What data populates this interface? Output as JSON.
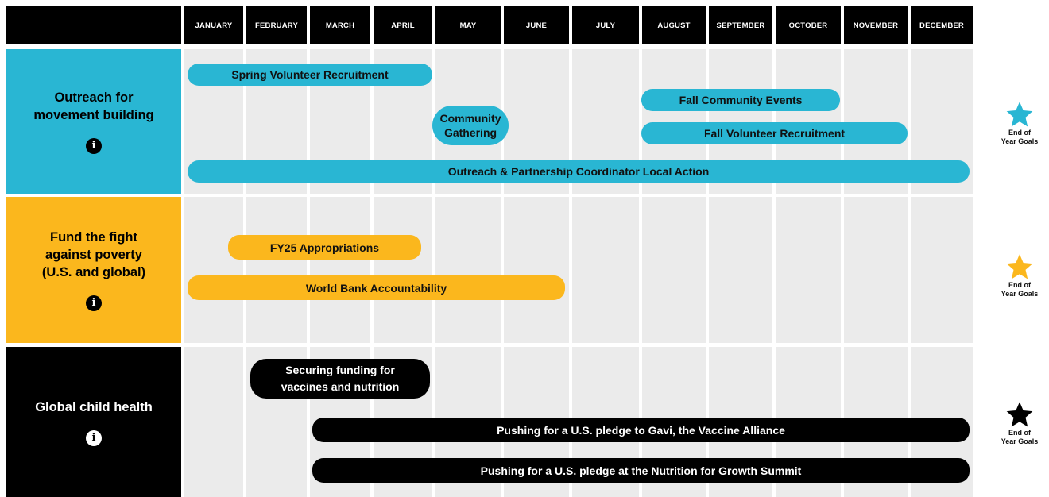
{
  "months": [
    "JANUARY",
    "FEBRUARY",
    "MARCH",
    "APRIL",
    "MAY",
    "JUNE",
    "JULY",
    "AUGUST",
    "SEPTEMBER",
    "OCTOBER",
    "NOVEMBER",
    "DECEMBER"
  ],
  "rows": [
    {
      "label_lines": [
        "Outreach for",
        "movement building"
      ],
      "info_icon": "i",
      "color": "#29b6d3",
      "bars": [
        {
          "label": "Spring Volunteer Recruitment",
          "start_month": "JANUARY",
          "end_month": "APRIL"
        },
        {
          "label": "Community Gathering",
          "start_month": "MAY",
          "end_month": "MAY"
        },
        {
          "label": "Fall Community Events",
          "start_month": "AUGUST",
          "end_month": "OCTOBER"
        },
        {
          "label": "Fall Volunteer Recruitment",
          "start_month": "AUGUST",
          "end_month": "NOVEMBER"
        },
        {
          "label": "Outreach & Partnership Coordinator Local Action",
          "start_month": "JANUARY",
          "end_month": "DECEMBER"
        }
      ]
    },
    {
      "label_lines": [
        "Fund the fight",
        "against poverty",
        "(U.S. and global)"
      ],
      "info_icon": "i",
      "color": "#fbb71d",
      "bars": [
        {
          "label": "FY25 Appropriations",
          "start_month": "FEBRUARY",
          "end_month": "APRIL"
        },
        {
          "label": "World Bank Accountability",
          "start_month": "JANUARY",
          "end_month": "JUNE"
        }
      ]
    },
    {
      "label_lines": [
        "Global child health"
      ],
      "info_icon": "i",
      "color": "#000000",
      "bars": [
        {
          "label": "Securing funding for vaccines and nutrition",
          "start_month": "FEBRUARY",
          "end_month": "APRIL"
        },
        {
          "label": "Pushing for a U.S. pledge to Gavi, the Vaccine Alliance",
          "start_month": "MARCH",
          "end_month": "DECEMBER"
        },
        {
          "label": "Pushing for a U.S. pledge at the Nutrition for Growth Summit",
          "start_month": "MARCH",
          "end_month": "DECEMBER"
        }
      ]
    }
  ],
  "goals": [
    {
      "line1": "End of",
      "line2": "Year Goals",
      "star_color": "#29b6d3"
    },
    {
      "line1": "End of",
      "line2": "Year Goals",
      "star_color": "#fbb71d"
    },
    {
      "line1": "End of",
      "line2": "Year Goals",
      "star_color": "#000000"
    }
  ]
}
